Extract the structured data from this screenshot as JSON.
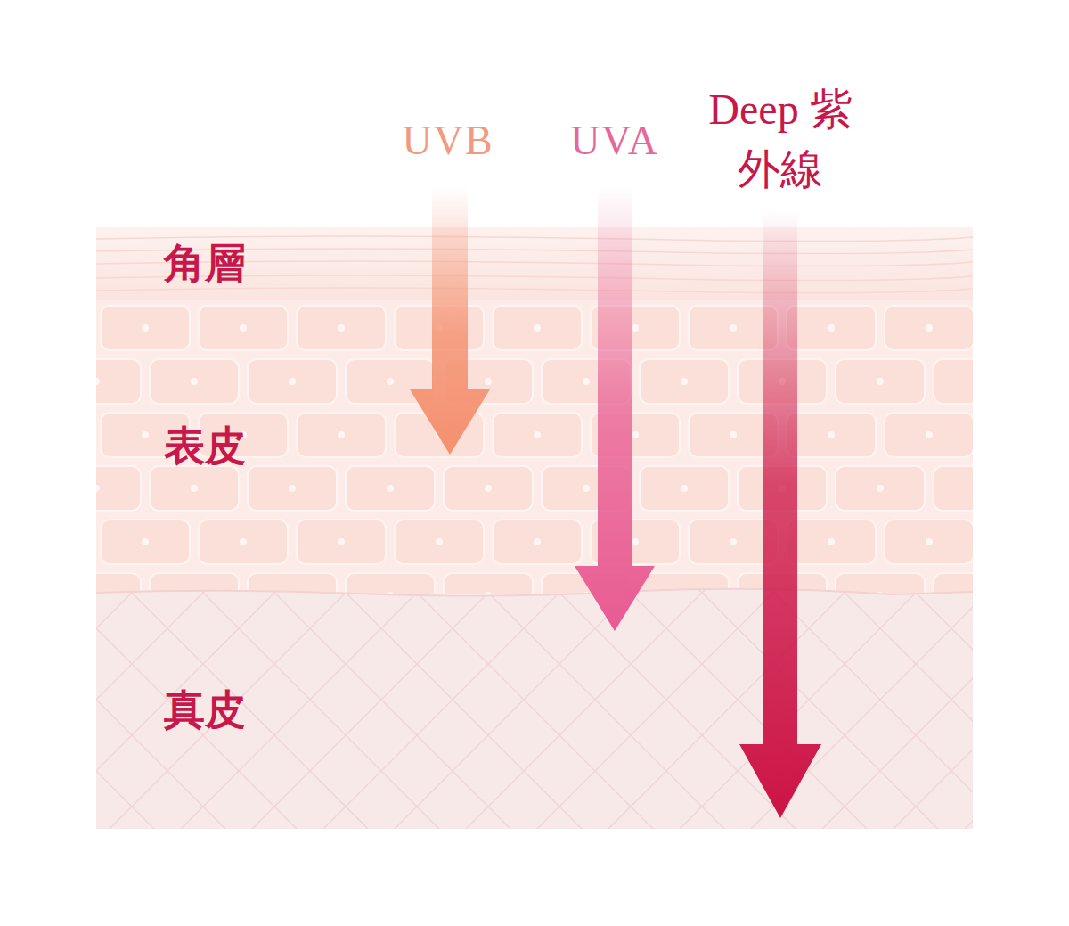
{
  "diagram": {
    "nodes": [
      {
        "text": [
          "角層"
        ]
      },
      {
        "text": [
          "表皮"
        ]
      },
      {
        "text": [
          "真皮"
        ]
      }
    ],
    "labels": [
      "UVB",
      "UVA",
      "Deep 紫外線"
    ]
  }
}
